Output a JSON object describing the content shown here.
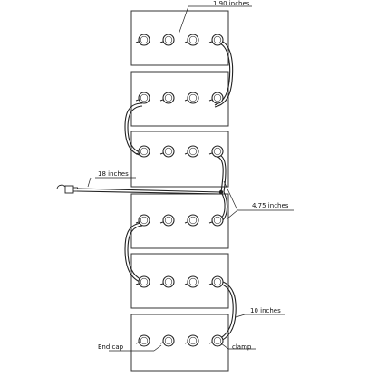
{
  "diagram": {
    "labels": {
      "spacing": "1.90 inches",
      "lead": "18 inches",
      "panel_gap": "4.75 inches",
      "tail": "10 inches",
      "end_cap": "End cap",
      "clamp": "clamp"
    },
    "panel_count": 6,
    "lights_per_panel": 4
  }
}
